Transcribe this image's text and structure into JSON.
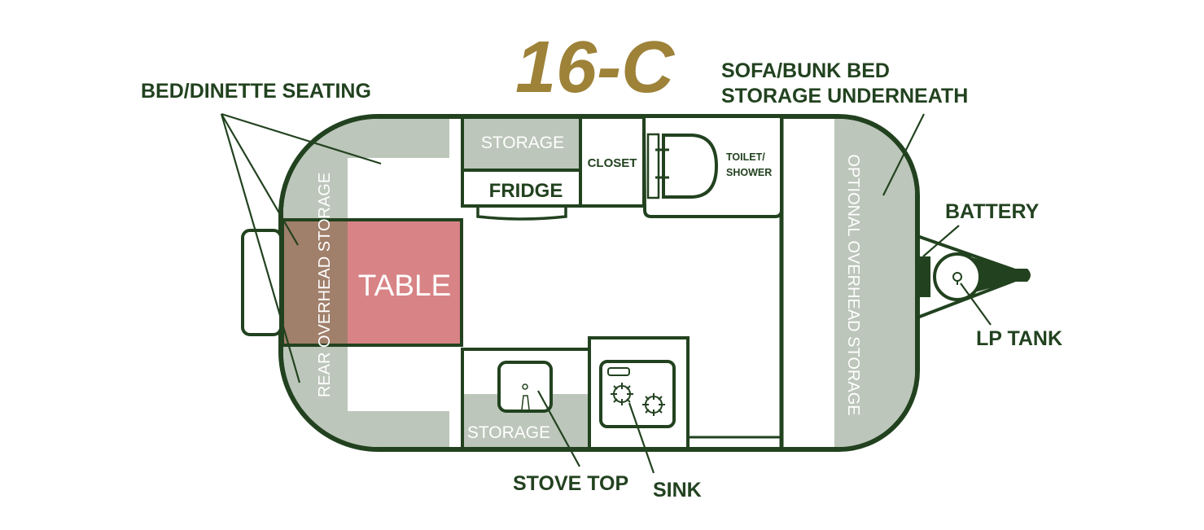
{
  "title": "16-C",
  "labels": {
    "sofa_line1": "SOFA/BUNK BED",
    "sofa_line2": "STORAGE UNDERNEATH",
    "bed_dinette": "BED/DINETTE SEATING",
    "battery": "BATTERY",
    "lp_tank": "LP TANK",
    "stove_top": "STOVE TOP",
    "sink": "SINK"
  },
  "rooms": {
    "storage_top": "STORAGE",
    "fridge": "FRIDGE",
    "closet": "CLOSET",
    "toilet_line1": "TOILET/",
    "toilet_line2": "SHOWER",
    "table": "TABLE",
    "rear_storage": "REAR OVERHEAD STORAGE",
    "optional_storage": "OPTIONAL OVERHEAD STORAGE",
    "storage_bottom": "STORAGE"
  },
  "colors": {
    "outline": "#22421f",
    "storage_fill": "#bcc6ba",
    "table_fill": "#d88385",
    "seat_fill": "#a07f6b",
    "title": "#9d8238"
  }
}
